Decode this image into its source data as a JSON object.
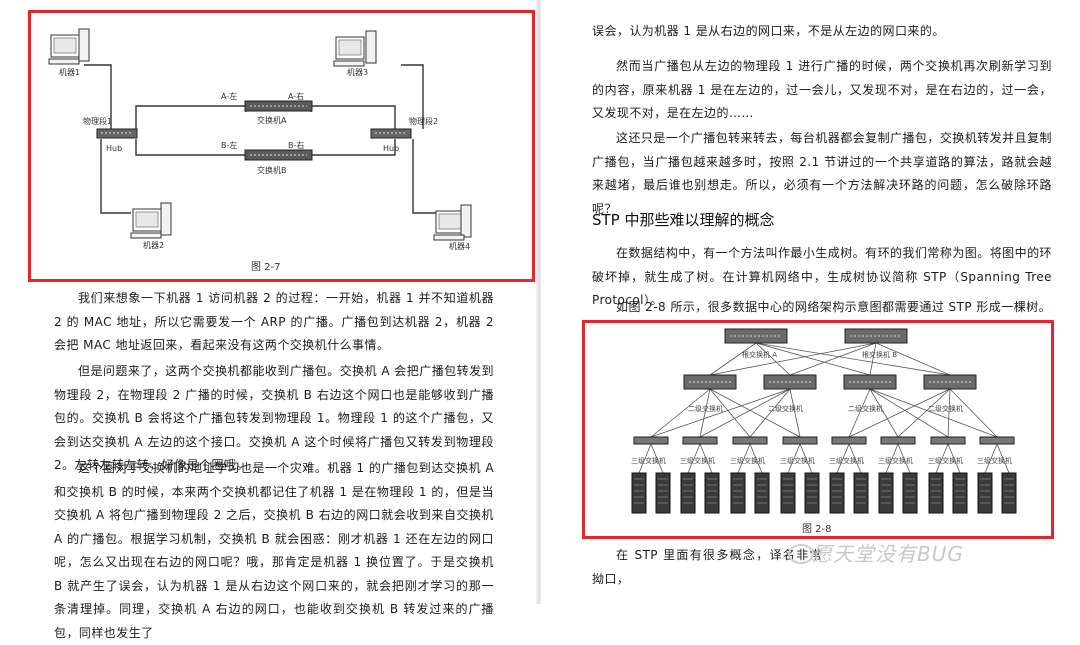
{
  "figure_2_7": {
    "caption": "图 2-7",
    "labels": {
      "pc1": "机器1",
      "pc2": "机器2",
      "pc3": "机器3",
      "pc4": "机器4",
      "segment1": "物理段1",
      "segment2": "物理段2",
      "hub_left": "Hub",
      "hub_right": "Hub",
      "switch_a": "交换机A",
      "switch_b": "交换机B",
      "a_left": "A-左",
      "a_right": "A-右",
      "b_left": "B-左",
      "b_right": "B-右"
    }
  },
  "left_text": {
    "p1": "我们来想象一下机器 1 访问机器 2 的过程：一开始，机器 1 并不知道机器 2 的 MAC 地址，所以它需要发一个 ARP 的广播。广播包到达机器 2，机器 2 会把 MAC 地址返回来，看起来没有这两个交换机什么事情。",
    "p2": "但是问题来了，这两个交换机都能收到广播包。交换机 A 会把广播包转发到物理段 2，在物理段 2 广播的时候，交换机 B 右边这个网口也是能够收到广播包的。交换机 B 会将这个广播包转发到物理段 1。物理段 1 的这个广播包，又会到达交换机 A 左边的这个接口。交换机 A 这个时候将广播包又转发到物理段 2。左转左转左转，好像是个圈哦。",
    "p3": "这个圈对于交换机的地址学习也是一个灾难。机器 1 的广播包到达交换机 A 和交换机 B 的时候，本来两个交换机都记住了机器 1 是在物理段 1 的，但是当交换机 A 将包广播到物理段 2 之后，交换机 B 右边的网口就会收到来自交换机 A 的广播包。根据学习机制，交换机 B 就会困惑：刚才机器 1 还在左边的网口呢，怎么又出现在右边的网口呢？哦，那肯定是机器 1 换位置了。于是交换机 B 就产生了误会，认为机器 1 是从右边这个网口来的，就会把刚才学习的那一条清理掉。同理，交换机 A 右边的网口，也能收到交换机 B 转发过来的广播包，同样也发生了"
  },
  "right_text": {
    "p0": "误会，认为机器 1 是从右边的网口来，不是从左边的网口来的。",
    "p1": "然而当广播包从左边的物理段 1 进行广播的时候，两个交换机再次刷新学习到的内容，原来机器 1 是在左边的，过一会儿，又发现不对，是在右边的，过一会，又发现不对，是在左边的……",
    "p2": "这还只是一个广播包转来转去，每台机器都会复制广播包，交换机转发并且复制广播包，当广播包越来越多时，按照 2.1 节讲过的一个共享道路的算法，路就会越来越堵，最后谁也别想走。所以，必须有一个方法解决环路的问题，怎么破除环路呢？",
    "heading": "STP 中那些难以理解的概念",
    "p3": "在数据结构中，有一个方法叫作最小生成树。有环的我们常称为图。将图中的环破坏掉，就生成了树。在计算机网络中，生成树协议简称 STP（Spanning Tree Protocol）。",
    "p4": "如图 2-8 所示，很多数据中心的网络架构示意图都需要通过 STP 形成一棵树。",
    "p5": "在 STP 里面有很多概念，译名非常拗口，"
  },
  "figure_2_8": {
    "caption": "图 2-8",
    "root_a": "根交换机 A",
    "root_b": "根交换机 B",
    "level2": "二级交换机",
    "level3": "三级交换机"
  },
  "watermark": "愿天堂没有BUG"
}
